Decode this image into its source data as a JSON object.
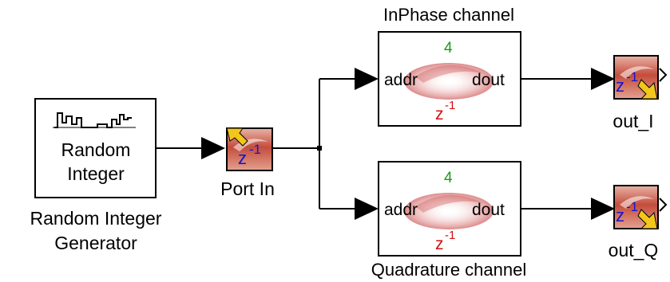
{
  "colors": {
    "wire": "#000000",
    "block_border": "#000000",
    "latency_green": "#1a9a1a",
    "z_red": "#d01010",
    "z_blue": "#1515d0",
    "gateway_fill": "#c0463a",
    "gateway_arrow": "#f2c61a"
  },
  "generator": {
    "line1": "Random",
    "line2": "Integer",
    "caption_line1": "Random Integer",
    "caption_line2": "Generator",
    "icon": "random-signal-icon"
  },
  "port_in": {
    "label": "Port In",
    "z": "z",
    "exp": "-1",
    "icon": "gateway-in-icon"
  },
  "inphase": {
    "title": "InPhase channel",
    "latency": "4",
    "addr": "addr",
    "dout": "dout",
    "z": "z",
    "exp": "-1",
    "icon": "xilinx-logo-icon"
  },
  "quadrature": {
    "title": "Quadrature channel",
    "latency": "4",
    "addr": "addr",
    "dout": "dout",
    "z": "z",
    "exp": "-1",
    "icon": "xilinx-logo-icon"
  },
  "out_i": {
    "label": "out_I",
    "z": "z",
    "exp": "-1",
    "icon": "gateway-out-icon"
  },
  "out_q": {
    "label": "out_Q",
    "z": "z",
    "exp": "-1",
    "icon": "gateway-out-icon"
  }
}
